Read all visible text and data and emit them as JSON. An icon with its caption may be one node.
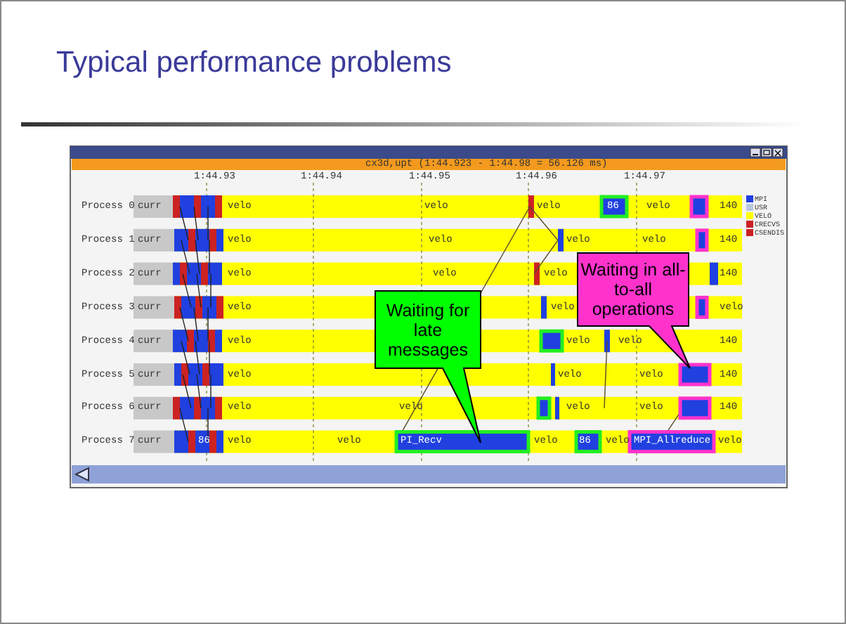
{
  "diagram": {
    "title": "Typical performance problems",
    "nodes": [
      {
        "text": [
          "Waiting for late messages"
        ]
      },
      {
        "text": [
          "Waiting in all-to-all operations"
        ]
      }
    ],
    "labels": [
      "cx3d,upt (1:44.923 - 1:44.98 = 56.126 ms)",
      "1:44.93",
      "1:44.94",
      "1:44.95",
      "1:44.96",
      "1:44.97",
      "Process 0",
      "curr",
      "velo",
      "velo",
      "velo",
      "86",
      "velo",
      "140",
      "Process 1",
      "curr",
      "velo",
      "velo",
      "velo",
      "velo",
      "140",
      "Process 2",
      "curr",
      "velo",
      "velo",
      "velo",
      "140",
      "Process 3",
      "curr",
      "velo",
      "velo",
      "velo",
      "Process 4",
      "curr",
      "velo",
      "velo",
      "velo",
      "140",
      "Process 5",
      "curr",
      "velo",
      "velo",
      "velo",
      "140",
      "Process 6",
      "curr",
      "velo",
      "velo",
      "velo",
      "velo",
      "140",
      "Process 7",
      "curr",
      "86",
      "velo",
      "velo",
      "PI_Recv",
      "velo",
      "86",
      "velo",
      "MPI_Allreduce",
      "velo"
    ],
    "legend": [
      {
        "text": "MPI",
        "color": "#2040e0"
      },
      {
        "text": "USR",
        "color": "#b8c8e0"
      },
      {
        "text": "VELO",
        "color": "#ffff00"
      },
      {
        "text": "CRECVS",
        "color": "#cc2222"
      },
      {
        "text": "CSENDIS",
        "color": "#cc2222"
      }
    ]
  }
}
